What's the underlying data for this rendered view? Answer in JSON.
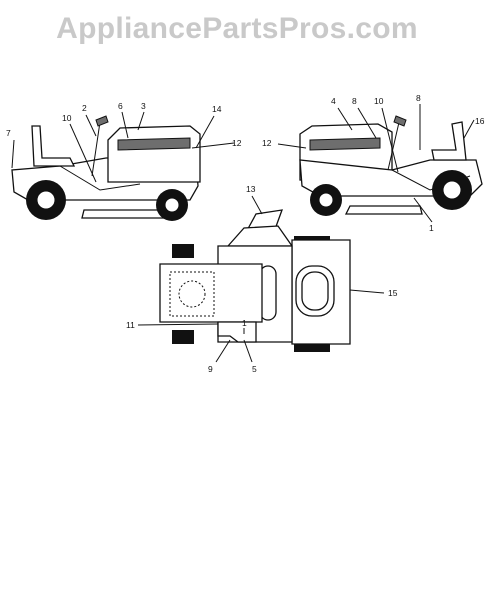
{
  "header": {
    "watermark": "AppliancePartsPros.com"
  },
  "callouts": {
    "left_view": [
      "7",
      "2",
      "10",
      "6",
      "3",
      "14",
      "12"
    ],
    "right_view": [
      "4",
      "8",
      "10",
      "8",
      "16",
      "12",
      "1"
    ],
    "top_view": [
      "13",
      "15",
      "11",
      "9",
      "5",
      "1"
    ]
  },
  "colors": {
    "watermark": "#c9c9c9",
    "line": "#111111",
    "decal_fill": "#6e6e6e"
  }
}
